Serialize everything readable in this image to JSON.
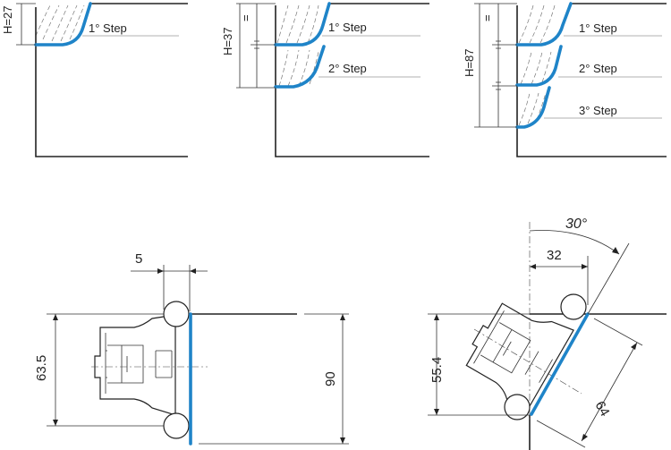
{
  "panels": {
    "step1": {
      "height_label": "H=27",
      "step_labels": [
        "1° Step"
      ]
    },
    "step2": {
      "height_label": "H=37",
      "equal_sign": "=",
      "step_labels": [
        "1° Step",
        "2° Step"
      ]
    },
    "step3": {
      "height_label": "H=87",
      "equal_sign": "=",
      "step_labels": [
        "1° Step",
        "2° Step",
        "3° Step"
      ]
    }
  },
  "hinge_straight": {
    "offset_label": "5",
    "height_label": "63.5",
    "length_label": "90"
  },
  "hinge_angled": {
    "angle_label": "30°",
    "offset_label": "32",
    "height_label": "55.4",
    "length_label": "64"
  },
  "colors": {
    "profile": "#1f84c8",
    "line": "#222222"
  }
}
